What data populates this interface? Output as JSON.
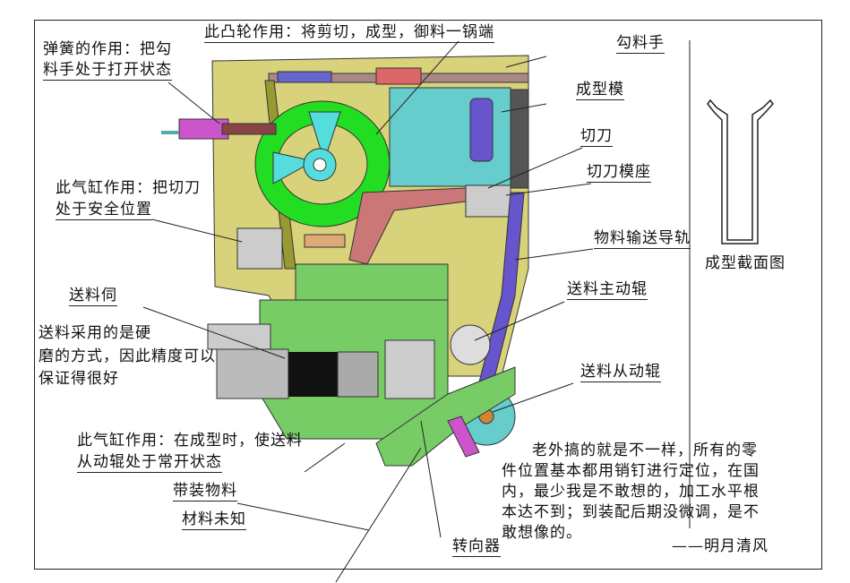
{
  "labels": {
    "cam": "此凸轮作用：将剪切，成型，御料一锅端",
    "spring_1": "弹簧的作用：把勾",
    "spring_2": "料手处于打开状态",
    "hook_hand": "勾料手",
    "forming_die": "成型模",
    "cutter": "切刀",
    "cutter_seat": "切刀模座",
    "guide_rail": "物料输送导轨",
    "section_view": "成型截面图",
    "drive_roller": "送料主动辊",
    "feed_servo": "送料伺",
    "feed_note_1": "送料采用的是硬",
    "feed_note_2": "磨的方式，因此精度可以",
    "feed_note_3": "保证得很好",
    "cyl_cutter_1": "此气缸作用：把切刀",
    "cyl_cutter_2": "处于安全位置",
    "driven_roller": "送料从动辊",
    "cyl_roller_1": "此气缸作用：在成型时，使送料",
    "cyl_roller_2": "从动辊处于常开状态",
    "tape_material": "带装物料",
    "material_unknown": "材料未知",
    "diverter": "转向器"
  },
  "comment": {
    "text": "老外搞的就是不一样，所有的零件位置基本都用销钉进行定位，在国内，最少我是不敢想的，加工水平根本达不到；到装配后期没微调，是不敢想像的。",
    "signature": "——明月清风"
  },
  "colors": {
    "base_plate": "#d8d27a",
    "cam": "#22dd22",
    "die": "#66cccc",
    "green_block": "#77cc66",
    "rail": "#6655cc",
    "pink": "#cc6677",
    "magenta": "#cc55cc"
  }
}
